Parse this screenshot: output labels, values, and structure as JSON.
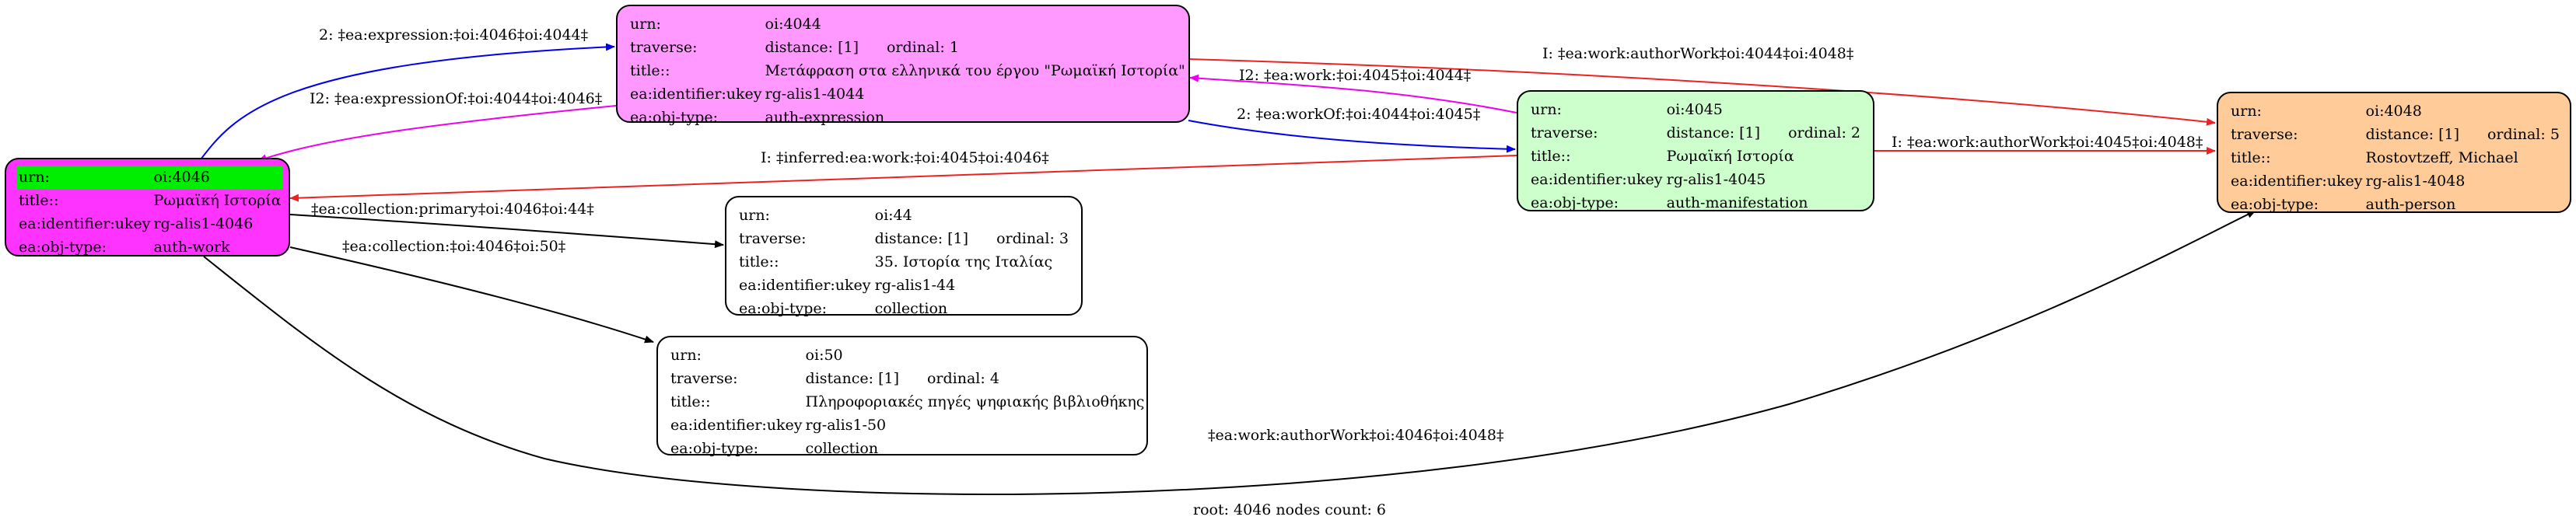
{
  "colors": {
    "expression_node": "#ff99ff",
    "work_node": "#ff33ff",
    "manifestation_node": "#ccffcc",
    "person_node": "#ffcc99",
    "collection_node": "#ffffff",
    "root_highlight": "#00ee00",
    "edge_blue": "#0000ee",
    "edge_magenta": "#ee00ee",
    "edge_red": "#ee2222",
    "edge_black": "#000000"
  },
  "nodes": {
    "oi4044": {
      "urn_label": "urn:",
      "urn_value": "oi:4044",
      "traverse_label": "traverse:",
      "distance": "distance: [1]",
      "ordinal": "ordinal: 1",
      "title_label": "title::",
      "title_value": "Μετάφραση στα ελληνικά του έργου \"Ρωμαϊκή Ιστορία\"",
      "ukey_label": "ea:identifier:ukey",
      "ukey_value": "rg-alis1-4044",
      "type_label": "ea:obj-type:",
      "type_value": "auth-expression"
    },
    "oi4046": {
      "urn_label": "urn:",
      "urn_value": "oi:4046",
      "title_label": "title::",
      "title_value": "Ρωμαϊκή Ιστορία",
      "ukey_label": "ea:identifier:ukey",
      "ukey_value": "rg-alis1-4046",
      "type_label": "ea:obj-type:",
      "type_value": "auth-work"
    },
    "oi4045": {
      "urn_label": "urn:",
      "urn_value": "oi:4045",
      "traverse_label": "traverse:",
      "distance": "distance: [1]",
      "ordinal": "ordinal: 2",
      "title_label": "title::",
      "title_value": "Ρωμαϊκή Ιστορία",
      "ukey_label": "ea:identifier:ukey",
      "ukey_value": "rg-alis1-4045",
      "type_label": "ea:obj-type:",
      "type_value": "auth-manifestation"
    },
    "oi4048": {
      "urn_label": "urn:",
      "urn_value": "oi:4048",
      "traverse_label": "traverse:",
      "distance": "distance: [1]",
      "ordinal": "ordinal: 5",
      "title_label": "title::",
      "title_value": "Rostovtzeff, Michael",
      "ukey_label": "ea:identifier:ukey",
      "ukey_value": "rg-alis1-4048",
      "type_label": "ea:obj-type:",
      "type_value": "auth-person"
    },
    "oi44": {
      "urn_label": "urn:",
      "urn_value": "oi:44",
      "traverse_label": "traverse:",
      "distance": "distance: [1]",
      "ordinal": "ordinal: 3",
      "title_label": "title::",
      "title_value": "35. Ιστορία της Ιταλίας",
      "ukey_label": "ea:identifier:ukey",
      "ukey_value": "rg-alis1-44",
      "type_label": "ea:obj-type:",
      "type_value": "collection"
    },
    "oi50": {
      "urn_label": "urn:",
      "urn_value": "oi:50",
      "traverse_label": "traverse:",
      "distance": "distance: [1]",
      "ordinal": "ordinal: 4",
      "title_label": "title::",
      "title_value": "Πληροφοριακές πηγές ψηφιακής βιβλιοθήκης",
      "ukey_label": "ea:identifier:ukey",
      "ukey_value": "rg-alis1-50",
      "type_label": "ea:obj-type:",
      "type_value": "collection"
    }
  },
  "edges": {
    "e1": "2: ‡ea:expression:‡oi:4046‡oi:4044‡",
    "e2": "I2: ‡ea:expressionOf:‡oi:4044‡oi:4046‡",
    "e3": "I: ‡ea:work:authorWork‡oi:4044‡oi:4048‡",
    "e4": "I2: ‡ea:work:‡oi:4045‡oi:4044‡",
    "e5": "2: ‡ea:workOf:‡oi:4044‡oi:4045‡",
    "e6": "I: ‡inferred:ea:work:‡oi:4045‡oi:4046‡",
    "e7": "I: ‡ea:work:authorWork‡oi:4045‡oi:4048‡",
    "e8": "‡ea:collection:primary‡oi:4046‡oi:44‡",
    "e9": "‡ea:collection:‡oi:4046‡oi:50‡",
    "e10": "‡ea:work:authorWork‡oi:4046‡oi:4048‡"
  },
  "footer": "root: 4046 nodes count: 6"
}
